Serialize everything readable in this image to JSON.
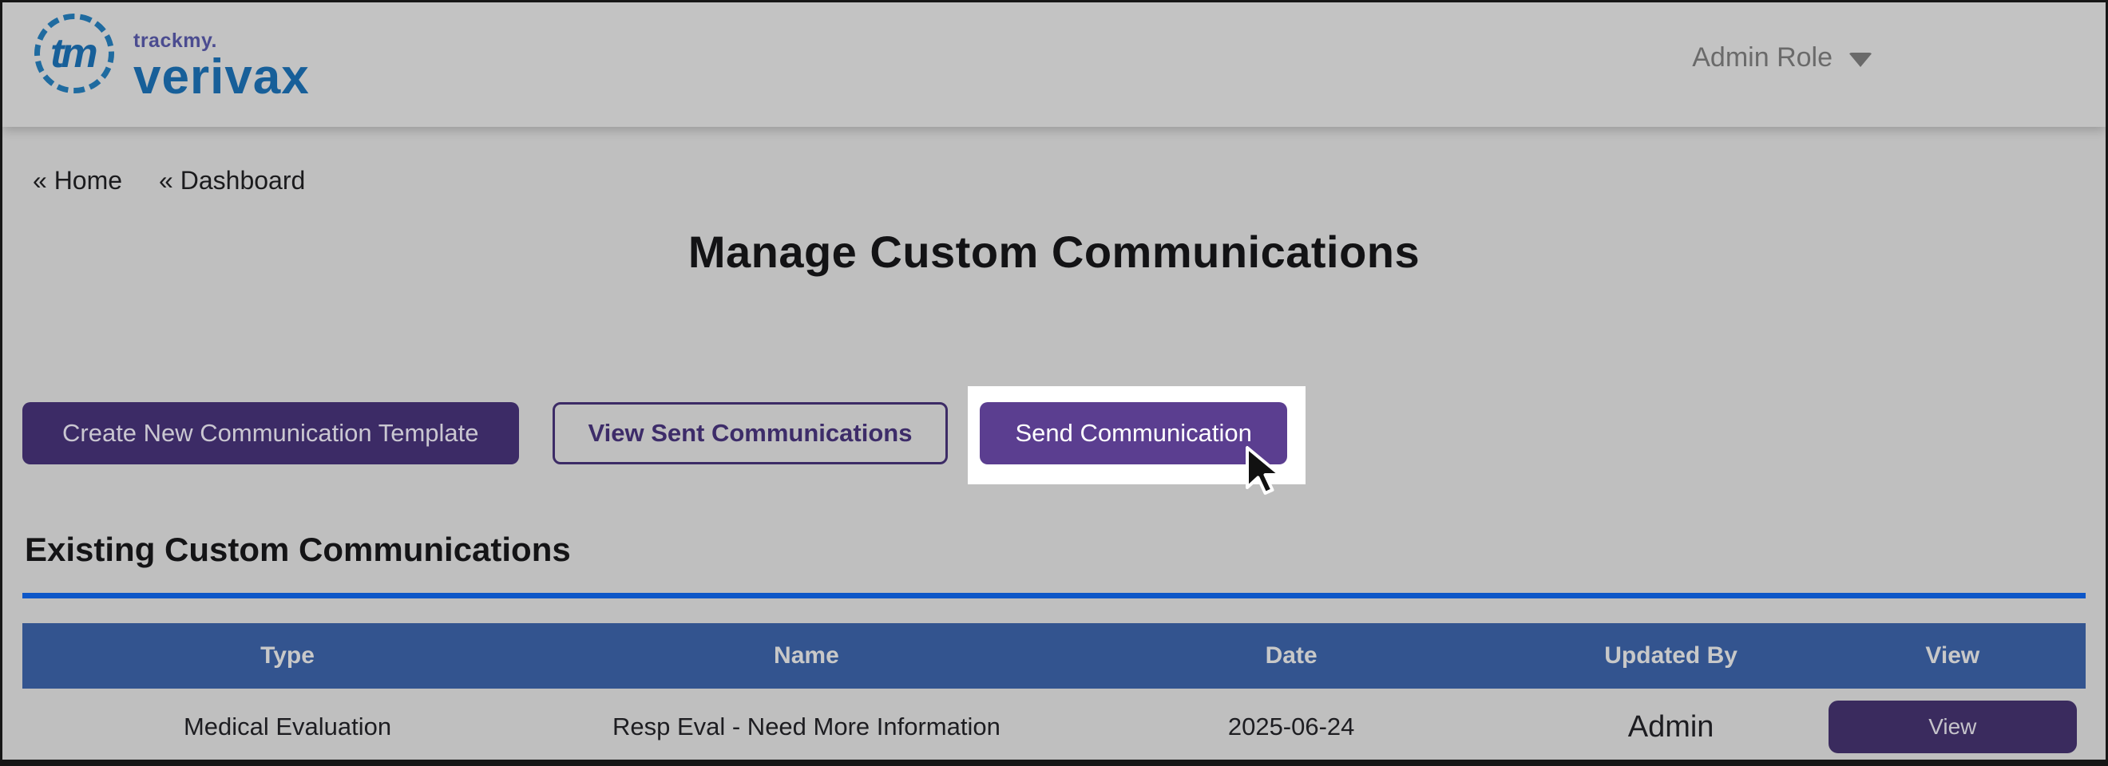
{
  "brand": {
    "monogram": "tm",
    "track_my": "trackmy.",
    "product": "verivax"
  },
  "topbar": {
    "role_label": "Admin Role"
  },
  "breadcrumbs": {
    "home": "« Home",
    "dashboard": "« Dashboard"
  },
  "page": {
    "title": "Manage Custom Communications",
    "section_heading": "Existing Custom Communications"
  },
  "actions": {
    "create_label": "Create New Communication Template",
    "view_sent_label": "View Sent Communications",
    "send_label": "Send Communication"
  },
  "table": {
    "columns": [
      "Type",
      "Name",
      "Date",
      "Updated By",
      "View"
    ],
    "rows": [
      {
        "type": "Medical Evaluation",
        "name": "Resp Eval - Need More Information",
        "date": "2025-06-24",
        "updated_by": "Admin",
        "view_label": "View"
      }
    ]
  },
  "colors": {
    "page_bg": "#bfbfbf",
    "topbar_bg": "#c3c3c3",
    "accent_purple": "#3c2b66",
    "row_button_purple": "#3a2b5e",
    "highlight_purple": "#5b3e90",
    "table_header_blue": "#33548f",
    "underline_blue": "#0d57c8",
    "brand_blue": "#175f99",
    "brand_purple": "#4b4c90",
    "spotlight_bg": "#ffffff"
  }
}
